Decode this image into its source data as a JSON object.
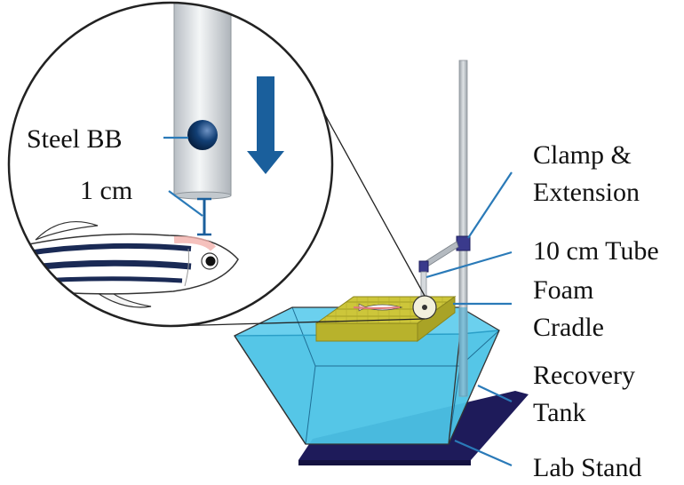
{
  "labels": {
    "steel_bb": "Steel BB",
    "distance": "1 cm",
    "clamp_line1": "Clamp &",
    "clamp_line2": "Extension",
    "tube": "10 cm Tube",
    "foam_line1": "Foam",
    "foam_line2": "Cradle",
    "tank_line1": "Recovery",
    "tank_line2": "Tank",
    "lab_stand": "Lab Stand"
  },
  "colors": {
    "water": "#4cc3e6",
    "water_dark": "#2a9fc8",
    "stand_base": "#1e1b5a",
    "rod": "#b9bfc6",
    "foam": "#c8c238",
    "foam_dark": "#9a9420",
    "arrow": "#1a5f9c",
    "leader": "#2a7ab8",
    "bb": "#0f3a6b",
    "fish_stripe": "#1a2a55"
  }
}
